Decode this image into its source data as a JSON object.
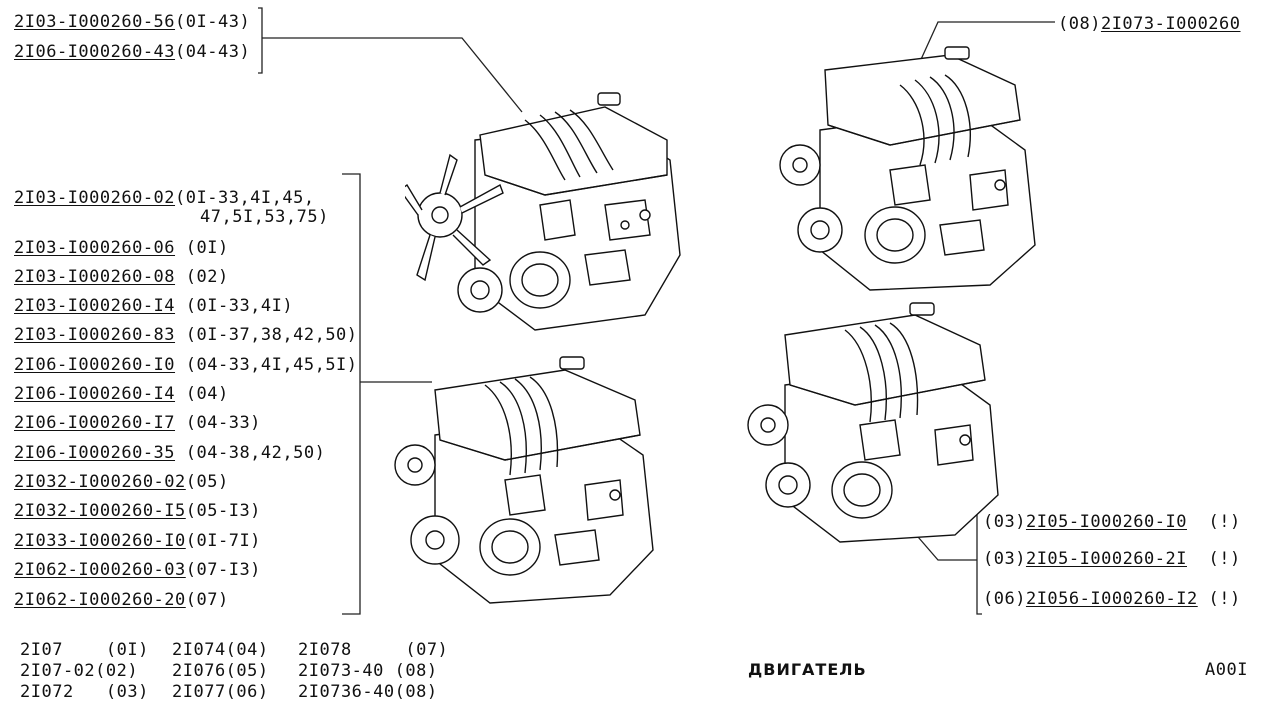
{
  "top_left_group": [
    {
      "code": "2I03-I000260-56",
      "note": "(0I-43)"
    },
    {
      "code": "2I06-I000260-43",
      "note": "(04-43)"
    }
  ],
  "top_right_label": {
    "prefix": "(08)",
    "code": "2I073-I000260"
  },
  "left_list": [
    {
      "code": "2I03-I000260-02",
      "note": "(0I-33,4I,45,",
      "note2": "47,5I,53,75)"
    },
    {
      "code": "2I03-I000260-06",
      "note": " (0I)"
    },
    {
      "code": "2I03-I000260-08",
      "note": " (02)"
    },
    {
      "code": "2I03-I000260-I4",
      "note": " (0I-33,4I)"
    },
    {
      "code": "2I03-I000260-83",
      "note": " (0I-37,38,42,50)"
    },
    {
      "code": "2I06-I000260-I0",
      "note": " (04-33,4I,45,5I)"
    },
    {
      "code": "2I06-I000260-I4",
      "note": " (04)"
    },
    {
      "code": "2I06-I000260-I7",
      "note": " (04-33)"
    },
    {
      "code": "2I06-I000260-35",
      "note": " (04-38,42,50)"
    },
    {
      "code": "2I032-I000260-02",
      "note": "(05)"
    },
    {
      "code": "2I032-I000260-I5",
      "note": "(05-I3)"
    },
    {
      "code": "2I033-I000260-I0",
      "note": "(0I-7I)"
    },
    {
      "code": "2I062-I000260-03",
      "note": "(07-I3)"
    },
    {
      "code": "2I062-I000260-20",
      "note": "(07)"
    }
  ],
  "right_group": [
    {
      "prefix": "(03)",
      "code": "2I05-I000260-I0",
      "suffix": "(!)"
    },
    {
      "prefix": "(03)",
      "code": "2I05-I000260-2I",
      "suffix": "(!)"
    },
    {
      "prefix": "(06)",
      "code": "2I056-I000260-I2",
      "suffix": "(!)"
    }
  ],
  "models": {
    "col1": [
      "2I07    (0I)",
      "2I07-02(02)",
      "2I072   (03)"
    ],
    "col2": [
      "2I074(04)",
      "2I076(05)",
      "2I077(06)"
    ],
    "col3": [
      "2I078     (07)",
      "2I073-40 (08)",
      "2I0736-40(08)"
    ]
  },
  "title": "ДВИГАТЕЛЬ",
  "page_code": "A00I"
}
